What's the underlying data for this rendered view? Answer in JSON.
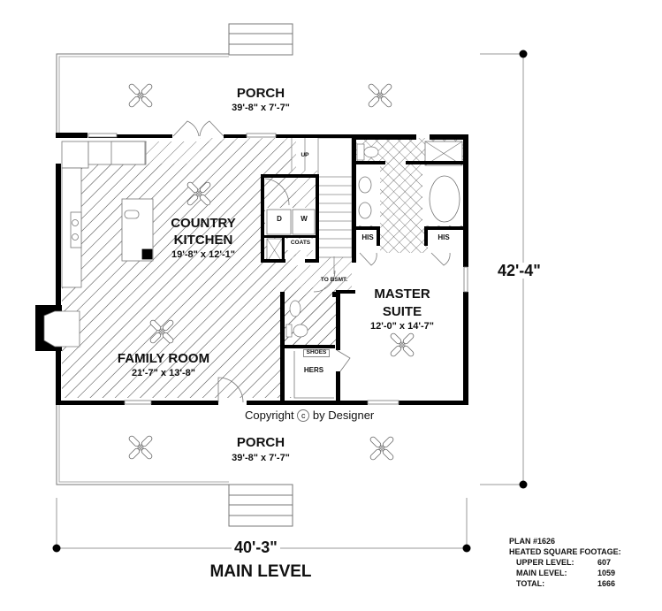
{
  "plan": {
    "level_title": "MAIN LEVEL",
    "width_dimension": "40'-3\"",
    "depth_dimension": "42'-4\"",
    "copyright": {
      "prefix": "Copyright",
      "symbol": "c",
      "suffix": "by Designer"
    }
  },
  "rooms": {
    "porch_top": {
      "name": "PORCH",
      "size": "39'-8\" x 7'-7\""
    },
    "country_kitchen": {
      "name_line1": "COUNTRY",
      "name_line2": "KITCHEN",
      "size": "19'-8\" x 12'-1\""
    },
    "family_room": {
      "name": "FAMILY ROOM",
      "size": "21'-7\" x 13'-8\""
    },
    "master_suite": {
      "name_line1": "MASTER",
      "name_line2": "SUITE",
      "size": "12'-0\" x 14'-7\""
    },
    "porch_bottom": {
      "name": "PORCH",
      "size": "39'-8\" x 7'-7\""
    }
  },
  "labels": {
    "stair_up": "UP",
    "dryer": "D",
    "washer": "W",
    "coats": "COATS",
    "to_basement": "TO BSMT.",
    "his_closet_left": "HIS",
    "his_closet_right": "HIS",
    "hers_closet": "HERS",
    "shoes": "SHOES"
  },
  "square_footage": {
    "plan_number": "PLAN #1626",
    "heading": "HEATED SQUARE FOOTAGE:",
    "rows": [
      {
        "label": "UPPER LEVEL:",
        "value": "607"
      },
      {
        "label": "MAIN LEVEL:",
        "value": "1059"
      },
      {
        "label": "TOTAL:",
        "value": "1666"
      }
    ]
  },
  "colors": {
    "wall": "#000000",
    "line": "#555555",
    "hatch": "#444444",
    "background": "#ffffff"
  }
}
